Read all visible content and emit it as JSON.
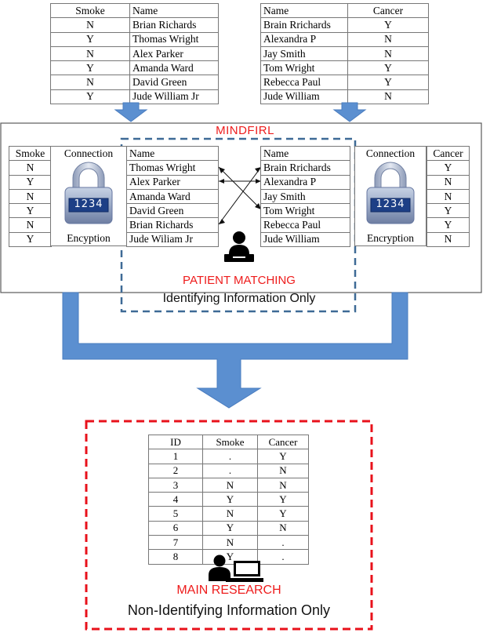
{
  "top_left_table": {
    "headers": [
      "Smoke",
      "Name"
    ],
    "rows": [
      [
        "N",
        "Brian Richards"
      ],
      [
        "Y",
        "Thomas Wright"
      ],
      [
        "N",
        "Alex Parker"
      ],
      [
        "Y",
        "Amanda Ward"
      ],
      [
        "N",
        "David Green"
      ],
      [
        "Y",
        "Jude William Jr"
      ]
    ]
  },
  "top_right_table": {
    "headers": [
      "Name",
      "Cancer"
    ],
    "rows": [
      [
        "Brain Rrichards",
        "Y"
      ],
      [
        "Alexandra P",
        "N"
      ],
      [
        "Jay Smith",
        "N"
      ],
      [
        "Tom Wright",
        "Y"
      ],
      [
        "Rebecca Paul",
        "Y"
      ],
      [
        "Jude William",
        "N"
      ]
    ]
  },
  "mindfirl": {
    "title": "MINDFIRL",
    "smoke_header": "Smoke",
    "smoke_values": [
      "N",
      "Y",
      "N",
      "Y",
      "N",
      "Y"
    ],
    "left_connection_header": "Connection",
    "left_lock_code": "1234",
    "left_lock_label": "Encyption",
    "left_names_header": "Name",
    "left_names": [
      "Thomas Wright",
      "Alex Parker",
      "Amanda Ward",
      "David Green",
      "Brian Richards",
      "Jude Wiliam Jr"
    ],
    "right_names_header": "Name",
    "right_names": [
      "Brain Rrichards",
      "Alexandra P",
      "Jay Smith",
      "Tom Wright",
      "Rebecca Paul",
      "Jude William"
    ],
    "right_connection_header": "Connection",
    "right_lock_code": "1234",
    "right_lock_label": "Encryption",
    "cancer_header": "Cancer",
    "cancer_values": [
      "Y",
      "N",
      "N",
      "Y",
      "Y",
      "N"
    ],
    "patient_matching_label": "PATIENT MATCHING",
    "patient_matching_sub": "Identifying Information Only"
  },
  "research": {
    "headers": [
      "ID",
      "Smoke",
      "Cancer"
    ],
    "rows": [
      [
        "1",
        ".",
        "Y"
      ],
      [
        "2",
        ".",
        "N"
      ],
      [
        "3",
        "N",
        "N"
      ],
      [
        "4",
        "Y",
        "Y"
      ],
      [
        "5",
        "N",
        "Y"
      ],
      [
        "6",
        "Y",
        "N"
      ],
      [
        "7",
        "N",
        "."
      ],
      [
        "8",
        "Y",
        "."
      ]
    ],
    "title": "MAIN RESEARCH",
    "subtitle": "Non-Identifying Information Only"
  },
  "colors": {
    "arrow_blue": "#5b8fd0",
    "arrow_blue_dark": "#4a7cbf",
    "dashed_blue": "#3e6a96",
    "dashed_red": "#e8111b",
    "label_red": "#ee1c1c"
  },
  "icons": [
    "person-at-laptop-icon",
    "person-at-computer-icon",
    "padlock-icon"
  ]
}
